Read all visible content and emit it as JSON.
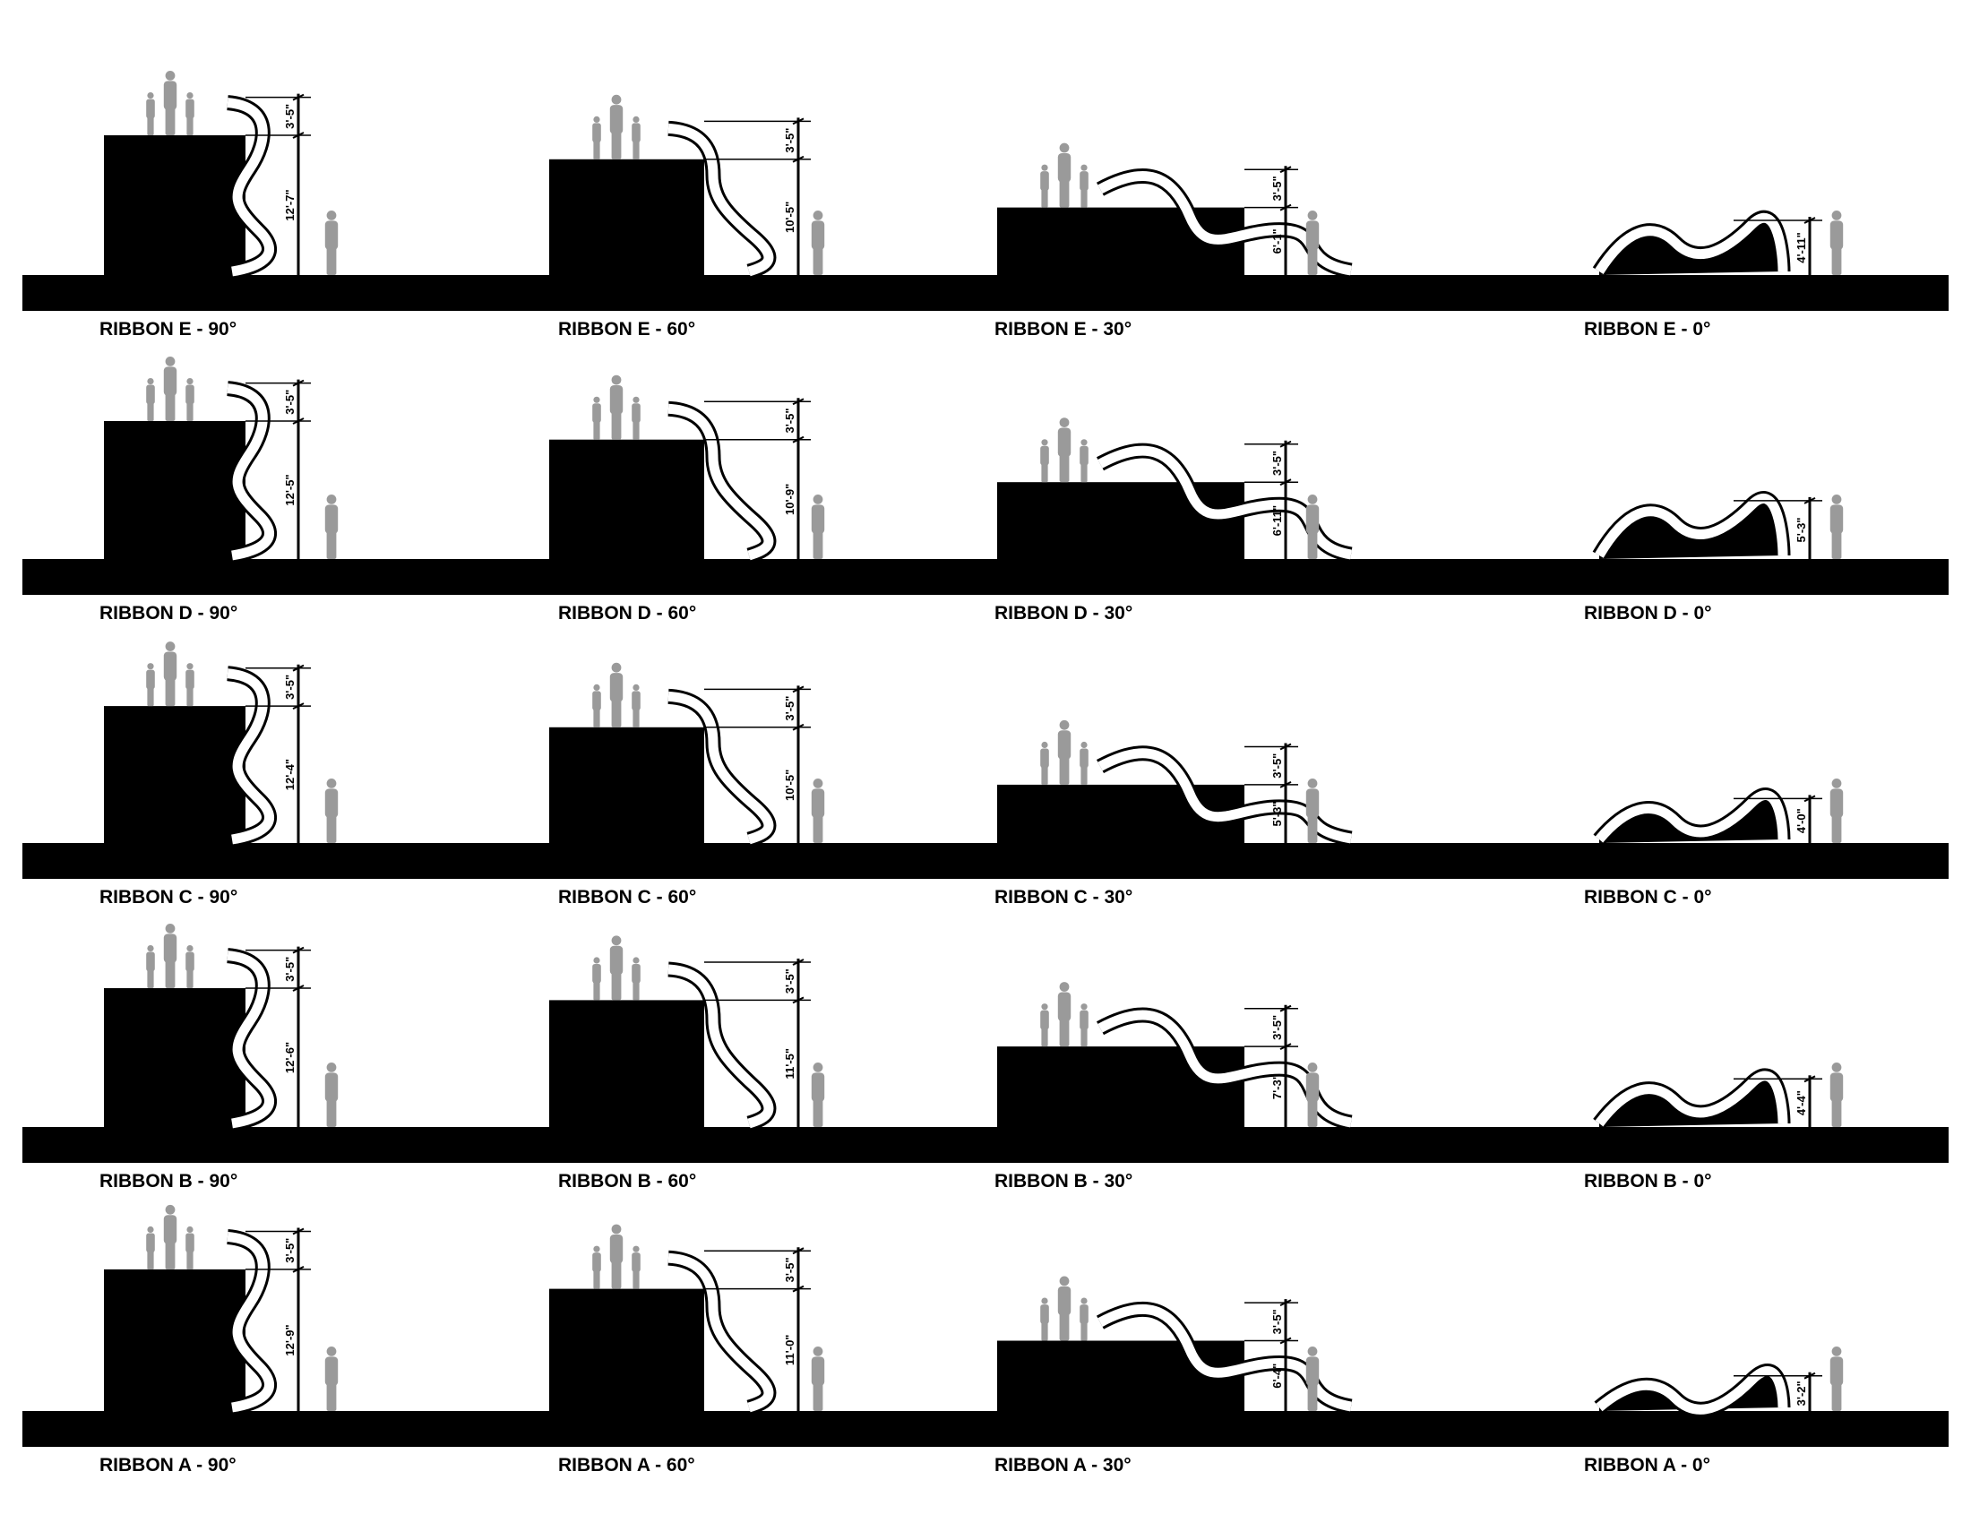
{
  "colors": {
    "ground": "#000000",
    "ribbon_fill": "#ffffff",
    "ribbon_outline": "#000000",
    "figures": "#9a9a9a"
  },
  "icons": {
    "figure": "person-silhouette-icon",
    "family": "family-silhouette-icon"
  },
  "rows": [
    {
      "ribbon": "E",
      "panels": [
        {
          "label": "RIBBON E - 90°",
          "upper": "3'-5\"",
          "lower": "12'-7\"",
          "lower_ft": 12.58
        },
        {
          "label": "RIBBON E - 60°",
          "upper": "3'-5\"",
          "lower": "10'-5\"",
          "lower_ft": 10.42
        },
        {
          "label": "RIBBON E - 30°",
          "upper": "3'-5\"",
          "lower": "6'-1\"",
          "lower_ft": 6.08
        },
        {
          "label": "RIBBON E - 0°",
          "upper": "",
          "lower": "4'-11\"",
          "lower_ft": 4.92
        }
      ]
    },
    {
      "ribbon": "D",
      "panels": [
        {
          "label": "RIBBON D - 90°",
          "upper": "3'-5\"",
          "lower": "12'-5\"",
          "lower_ft": 12.42
        },
        {
          "label": "RIBBON D  - 60°",
          "upper": "3'-5\"",
          "lower": "10'-9\"",
          "lower_ft": 10.75
        },
        {
          "label": "RIBBON D - 30°",
          "upper": "3'-5\"",
          "lower": "6'-11\"",
          "lower_ft": 6.92
        },
        {
          "label": "RIBBON D - 0°",
          "upper": "",
          "lower": "5'-3\"",
          "lower_ft": 5.25
        }
      ]
    },
    {
      "ribbon": "C",
      "panels": [
        {
          "label": "RIBBON C - 90°",
          "upper": "3'-5\"",
          "lower": "12'-4\"",
          "lower_ft": 12.33
        },
        {
          "label": "RIBBON C - 60°",
          "upper": "3'-5\"",
          "lower": "10'-5\"",
          "lower_ft": 10.42
        },
        {
          "label": "RIBBON C - 30°",
          "upper": "3'-5\"",
          "lower": "5'-3\"",
          "lower_ft": 5.25
        },
        {
          "label": "RIBBON C - 0°",
          "upper": "",
          "lower": "4'-0\"",
          "lower_ft": 4.0
        }
      ]
    },
    {
      "ribbon": "B",
      "panels": [
        {
          "label": "RIBBON B - 90°",
          "upper": "3'-5\"",
          "lower": "12'-6\"",
          "lower_ft": 12.5
        },
        {
          "label": "RIBBON B - 60°",
          "upper": "3'-5\"",
          "lower": "11'-5\"",
          "lower_ft": 11.42
        },
        {
          "label": "RIBBON B - 30°",
          "upper": "3'-5\"",
          "lower": "7'-3\"",
          "lower_ft": 7.25
        },
        {
          "label": "RIBBON B - 0°",
          "upper": "",
          "lower": "4'-4\"",
          "lower_ft": 4.33
        }
      ]
    },
    {
      "ribbon": "A",
      "panels": [
        {
          "label": "RIBBON A - 90°",
          "upper": "3'-5\"",
          "lower": "12'-9\"",
          "lower_ft": 12.75
        },
        {
          "label": "RIBBON A - 60°",
          "upper": "3'-5\"",
          "lower": "11'-0\"",
          "lower_ft": 11.0
        },
        {
          "label": "RIBBON A - 30°",
          "upper": "3'-5\"",
          "lower": "6'-4\"",
          "lower_ft": 6.33
        },
        {
          "label": "RIBBON A - 0°",
          "upper": "",
          "lower": "3'-2\"",
          "lower_ft": 3.17
        }
      ]
    }
  ]
}
